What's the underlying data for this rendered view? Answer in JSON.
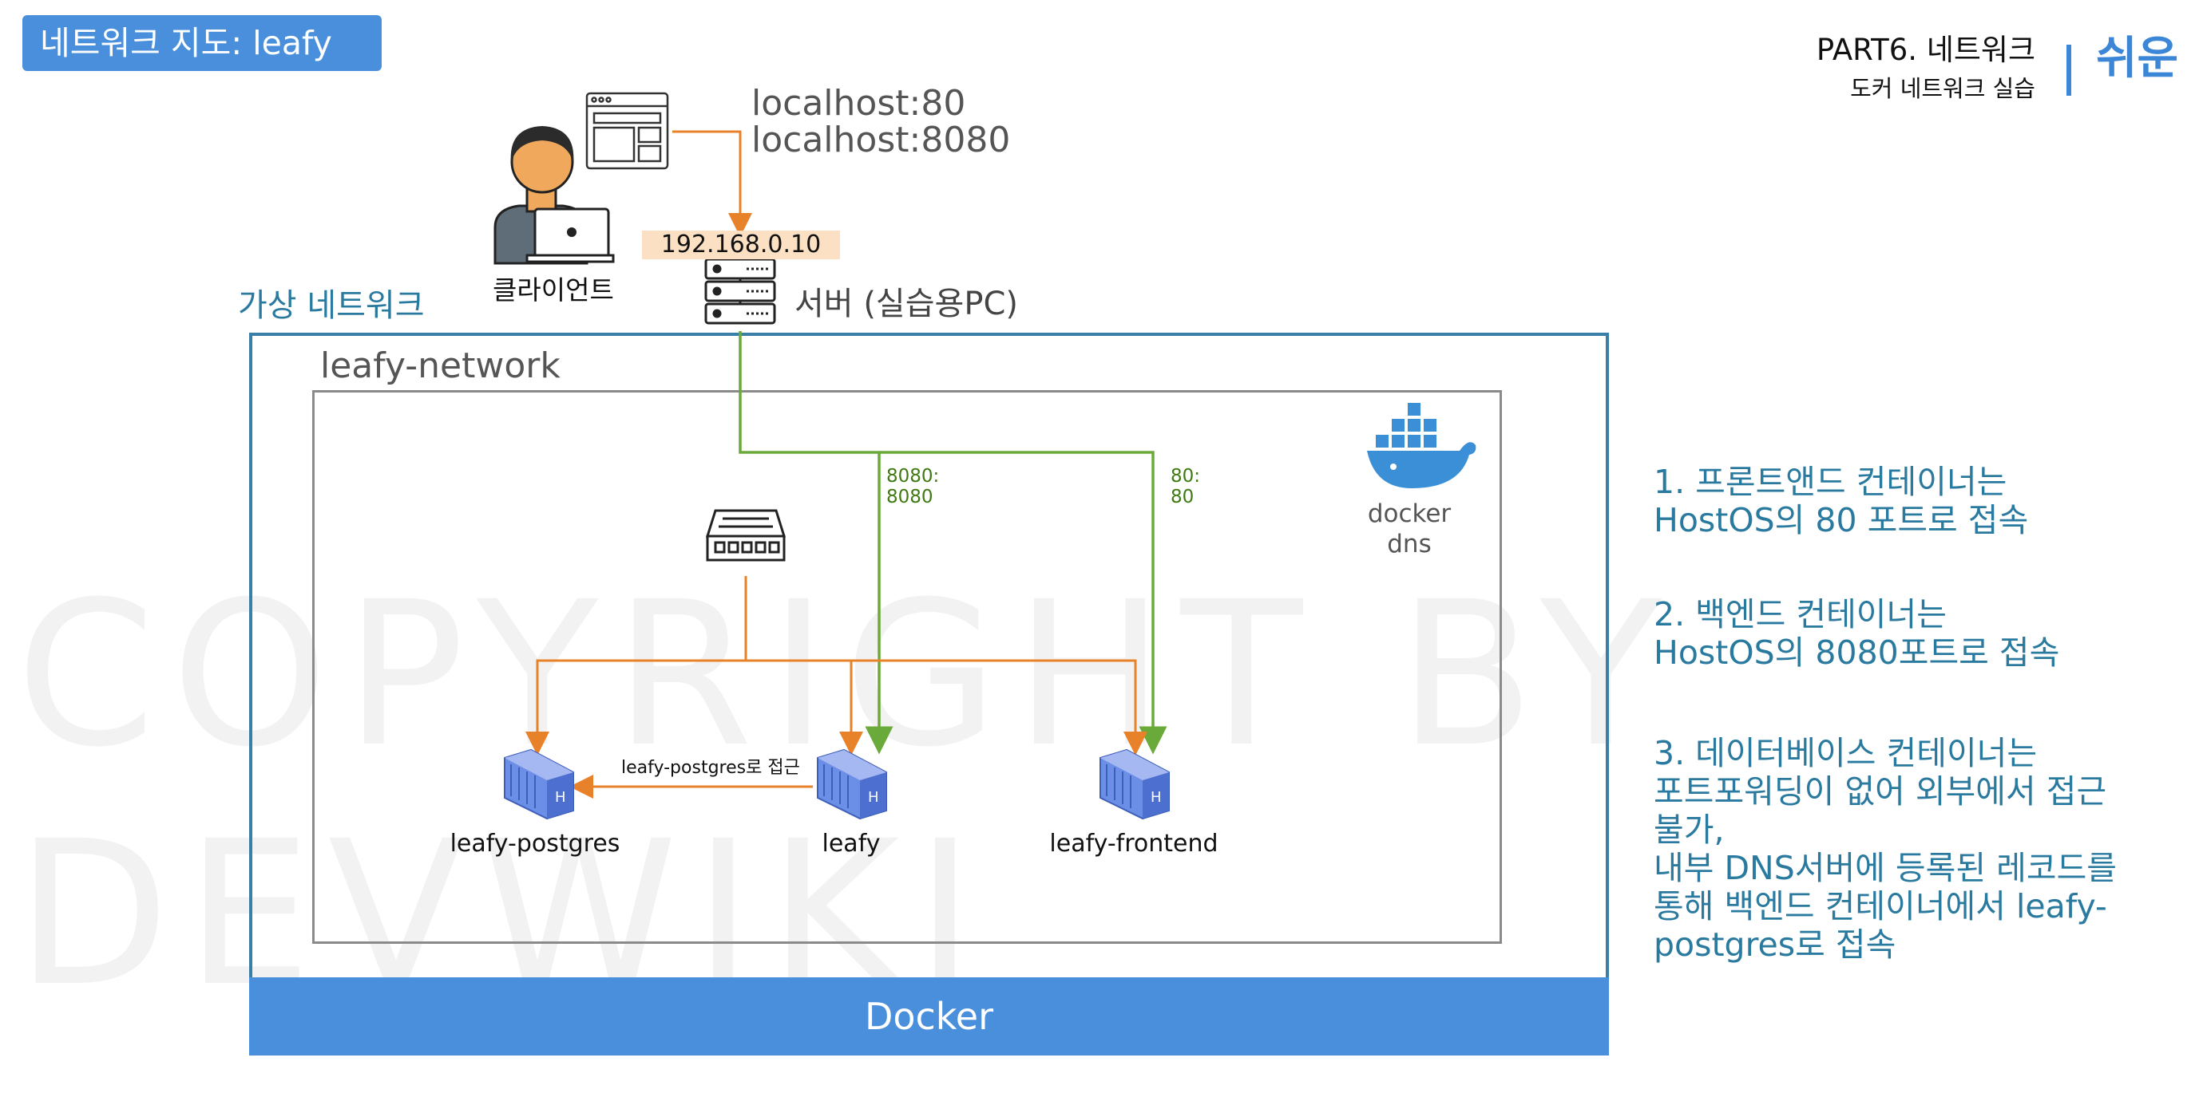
{
  "header": {
    "title": "네트워크 지도: leafy",
    "part_title": "PART6. 네트워크",
    "part_subtitle": "도커 네트워크 실습",
    "brand": "쉬운 !"
  },
  "watermark": {
    "line1": "COPYRIGHT BY",
    "line2": "DEVWIKI"
  },
  "diagram": {
    "virtual_network_label": "가상 네트워크",
    "network_name": "leafy-network",
    "urls": [
      "localhost:80",
      "localhost:8080"
    ],
    "server_ip": "192.168.0.10",
    "server_label": "서버 (실습용PC)",
    "client_label": "클라이언트",
    "port_backend": [
      "8080:",
      "8080"
    ],
    "port_frontend": [
      "80:",
      "80"
    ],
    "docker_dns": [
      "docker",
      "dns"
    ],
    "access_label": "leafy-postgres로 접근",
    "containers": [
      "leafy-postgres",
      "leafy",
      "leafy-frontend"
    ],
    "docker_label": "Docker"
  },
  "notes": [
    [
      "1. 프론트앤드 컨테이너는",
      "HostOS의 80 포트로 접속"
    ],
    [
      "2. 백엔드 컨테이너는",
      "HostOS의 8080포트로 접속"
    ],
    [
      "3. 데이터베이스 컨테이너는",
      "포트포워딩이 없어 외부에서 접근",
      "불가,",
      "내부 DNS서버에 등록된 레코드를",
      "통해 백엔드 컨테이너에서 leafy-",
      "postgres로 접속"
    ]
  ],
  "colors": {
    "accent_blue": "#4a8fdc",
    "note_teal": "#2a7aa0",
    "orange_line": "#e8822a",
    "green_line": "#6aaa3a",
    "ip_highlight": "#fbe0c4"
  }
}
